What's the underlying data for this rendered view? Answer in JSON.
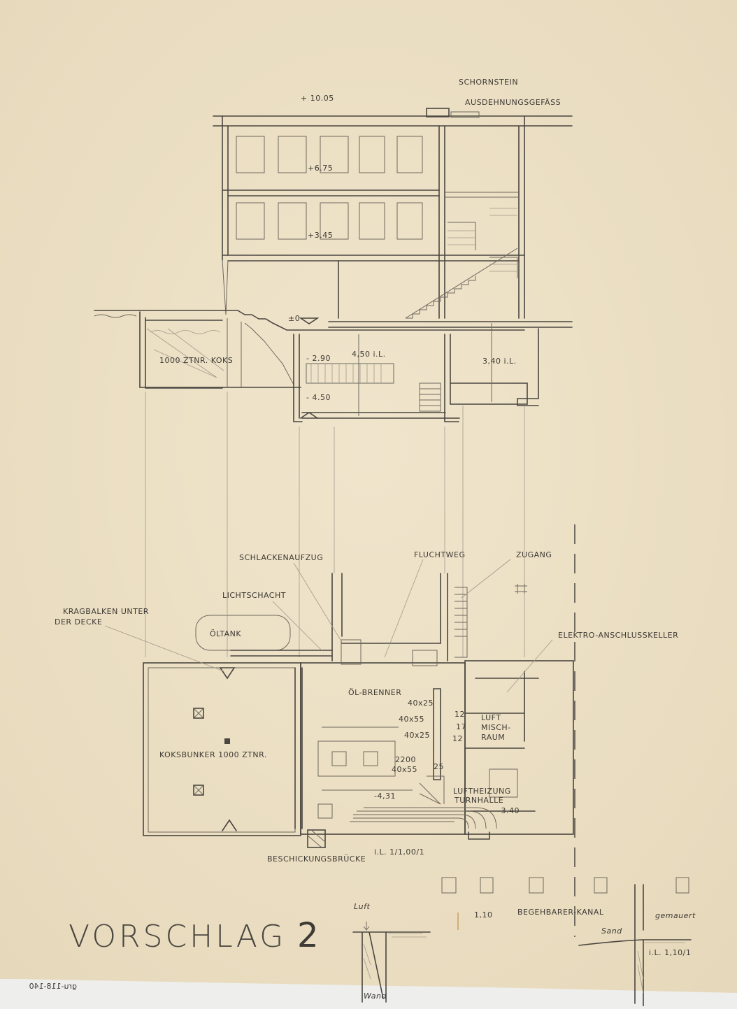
{
  "title": "VORSCHLAG 2",
  "archive_number": "gru-118-140",
  "section": {
    "chimney": "SCHORNSTEIN",
    "expansion_tank": "AUSDEHNUNGSGEFÄSS",
    "level_roof": "+ 10.05",
    "level_2": "+6.75",
    "level_1": "+3.45",
    "level_ground": "±0",
    "coke_store": "1000 ZTNR. KOKS",
    "level_minus_290": "- 2.90",
    "level_minus_450": "- 4.50",
    "height_boiler": "4,50 i.L.",
    "height_right": "3,40 i.L."
  },
  "plan": {
    "slag_lift": "SCHLACKENAUFZUG",
    "escape_route": "FLUCHTWEG",
    "access": "ZUGANG",
    "light_shaft": "LICHTSCHACHT",
    "cantilever_1": "KRAGBALKEN UNTER",
    "cantilever_2": "DER DECKE",
    "oil_tank": "ÖLTANK",
    "electric_room": "ELEKTRO-ANSCHLUSSKELLER",
    "oil_burner": "ÖL-BRENNER",
    "duct_1": "40x25",
    "duct_2": "40x55",
    "duct_3": "40x25",
    "duct_4": "2200",
    "duct_5": "40x55",
    "duct_6": "25",
    "num_12a": "12",
    "num_17": "17",
    "num_12b": "12",
    "air_mix_1": "LUFT",
    "air_mix_2": "MISCH-",
    "air_mix_3": "RAUM",
    "air_heating_1": "LUFTHEIZUNG",
    "air_heating_2": "TURNHALLE",
    "level_minus_340": "-3.40",
    "coke_bunker": "KOKSBUNKER 1000 ZTNR.",
    "level_minus_431": "-4,31",
    "loading_bridge": "BESCHICKUNGSBRÜCKE",
    "clear_note": "i.L. 1/1,00/1"
  },
  "details": {
    "walkable_channel": "BEGEHBARER-KANAL",
    "channel_width": "1,10",
    "air": "Luft",
    "sand": "Sand",
    "masonry": "gemauert",
    "wall": "Wand",
    "detail_note": "i.L. 1,10/1"
  }
}
